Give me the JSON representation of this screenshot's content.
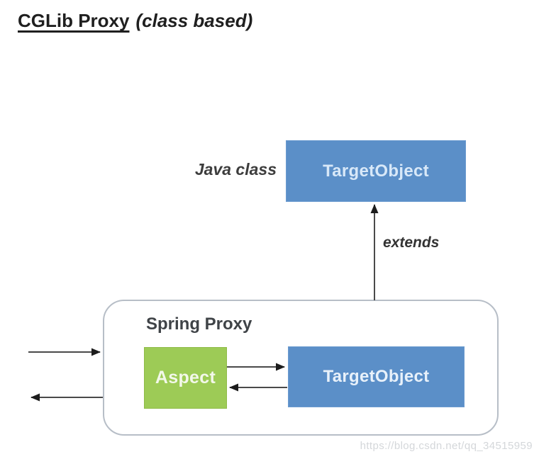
{
  "title": {
    "main": "CGLib Proxy",
    "suffix": "(class based)"
  },
  "top_section": {
    "java_class_label": "Java class",
    "target_object_box": "TargetObject",
    "extends_label": "extends"
  },
  "spring_proxy": {
    "title": "Spring Proxy",
    "aspect_box": "Aspect",
    "target_object_box": "TargetObject"
  },
  "watermark": "https://blog.csdn.net/qq_34515959",
  "colors": {
    "box_blue": "#5b8fc8",
    "box_green": "#9dcb56",
    "box_text_light_blue": "#d8e8f8",
    "container_border": "#b7bec7",
    "arrow_shaft": "#4a4a4a",
    "arrow_head": "#1c1c1c",
    "title_text": "#1f1f1f",
    "watermark_text": "#d4d7da"
  }
}
